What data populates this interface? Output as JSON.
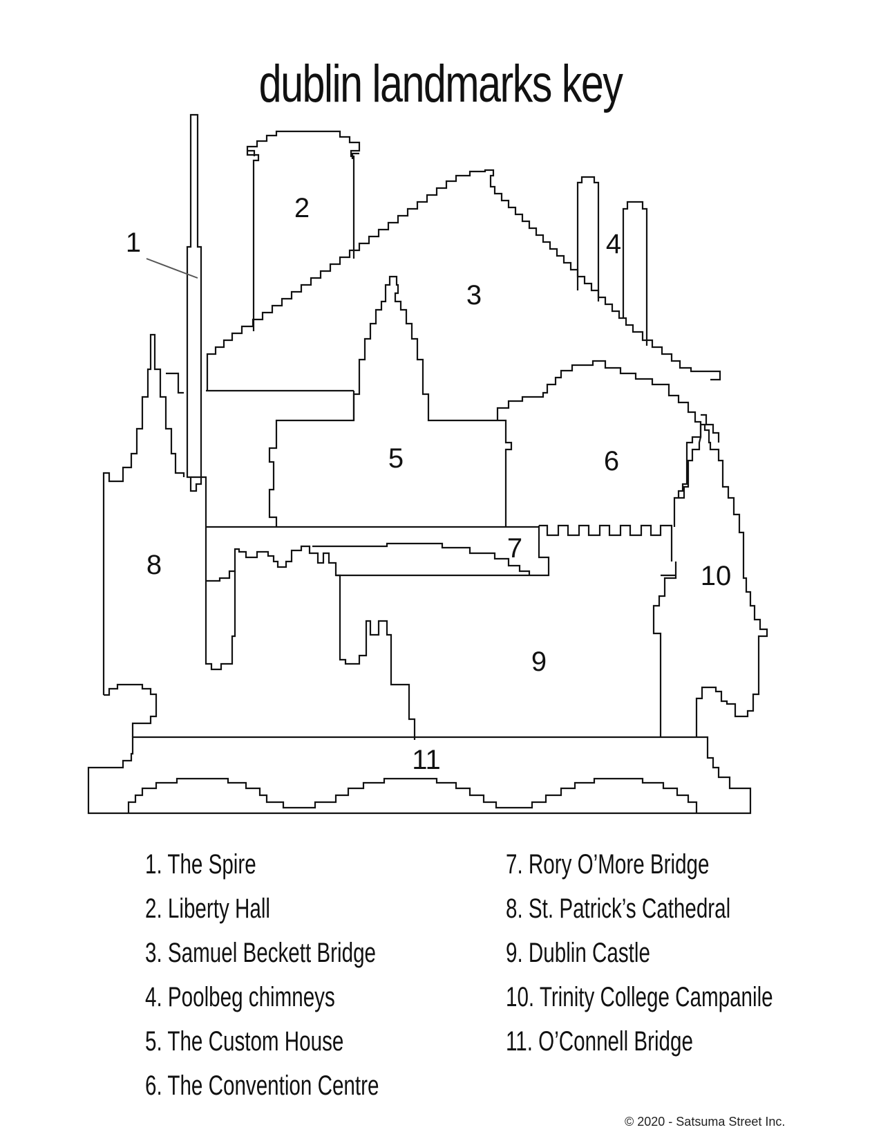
{
  "title": "dublin landmarks key",
  "diagram": {
    "region_numbers": [
      "1",
      "2",
      "3",
      "4",
      "5",
      "6",
      "7",
      "8",
      "9",
      "10",
      "11"
    ]
  },
  "legend": {
    "left": [
      "1. The Spire",
      "2. Liberty Hall",
      "3. Samuel Beckett Bridge",
      "4. Poolbeg chimneys",
      "5. The Custom House",
      "6. The Convention Centre"
    ],
    "right": [
      "7. Rory O’More Bridge",
      "8. St. Patrick’s Cathedral",
      "9. Dublin Castle",
      "10. Trinity College Campanile",
      "11.  O’Connell Bridge"
    ]
  },
  "copyright": "© 2020 - Satsuma Street Inc.",
  "colors": {
    "line": "#111111",
    "background": "#ffffff"
  }
}
